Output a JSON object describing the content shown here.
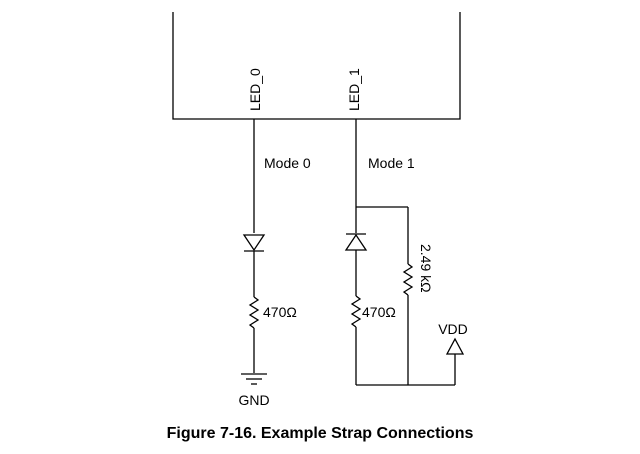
{
  "pins": {
    "led0": "LED_0",
    "led1": "LED_1"
  },
  "modes": {
    "mode0": "Mode 0",
    "mode1": "Mode 1"
  },
  "resistors": {
    "r_mode0": "470Ω",
    "r_mode1": "470Ω",
    "r_pullup": "2.49 kΩ"
  },
  "power": {
    "vdd": "VDD",
    "gnd": "GND"
  },
  "caption": "Figure 7-16. Example Strap Connections"
}
